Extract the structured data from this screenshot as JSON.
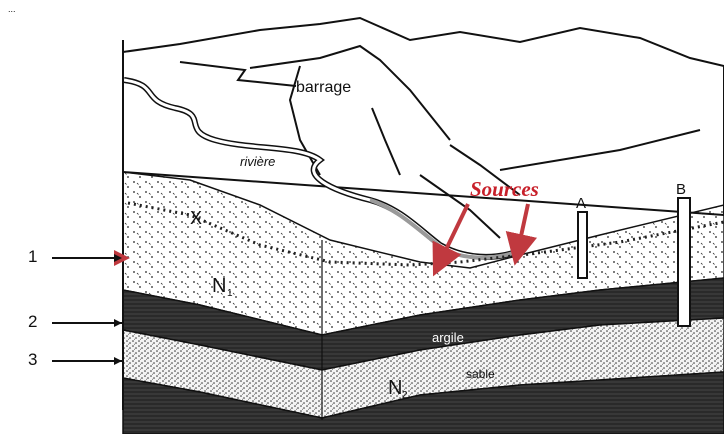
{
  "labels": {
    "corner": "...",
    "barrage": "barrage",
    "riviere": "rivière",
    "sources": "Sources",
    "x": "X",
    "n1": "N",
    "n1_sub": "1",
    "n2": "N",
    "n2_sub": "2",
    "argile": "argile",
    "sable": "sable",
    "well_a": "A",
    "well_b": "B",
    "num_1": "1",
    "num_2": "2",
    "num_3": "3"
  },
  "colors": {
    "ink": "#111111",
    "clay": "#2b2b2b",
    "sand_fill": "#f2f2f2",
    "river": "#9a9a9a",
    "arrow_red": "#c0393f"
  }
}
